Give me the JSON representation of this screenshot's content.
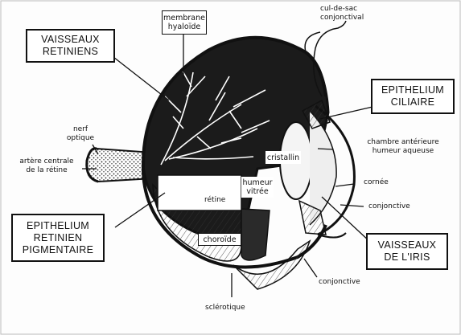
{
  "labels": {
    "membrane_hyaloide": [
      "membrane",
      "hyaloïde"
    ],
    "cul_de_sac": [
      "cul-de-sac",
      "conjonctival"
    ],
    "vaisseaux_retiniens": [
      "VAISSEAUX",
      "RETINIENS"
    ],
    "epithelium_ciliaire": [
      "EPITHELIUM",
      "CILIAIRE"
    ],
    "nerf_optique": [
      "nerf",
      "optique"
    ],
    "artere_centrale": [
      "artère centrale",
      "de la rétine"
    ],
    "cristallin": "cristallin",
    "chambre_anterieure": [
      "chambre antérieure",
      "humeur aqueuse"
    ],
    "humeur_vitree": [
      "humeur",
      "vitrée"
    ],
    "retine": "rétine",
    "cornee": "cornée",
    "conjonctive_1": "conjonctive",
    "epithelium_retinien": [
      "EPITHELIUM",
      "RETINIEN",
      "PIGMENTAIRE"
    ],
    "choroide": "choroïde",
    "vaisseaux_iris": [
      "VAISSEAUX",
      "DE L'IRIS"
    ],
    "conjonctive_2": "conjonctive",
    "sclerotique": "sclérotique"
  },
  "colors": {
    "ink": "#111111",
    "dark_fill": "#1b1b1b",
    "paper": "#ffffff"
  }
}
